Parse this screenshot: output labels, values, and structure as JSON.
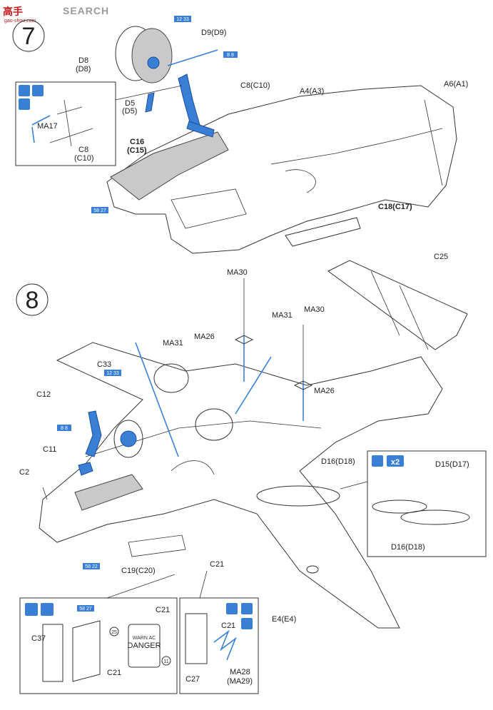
{
  "watermark": {
    "brand": "高手",
    "word": "SEARCH",
    "domain": "gao-shou.com"
  },
  "steps": {
    "step7": "7",
    "step8": "8"
  },
  "parts": {
    "d9": "D9(D9)",
    "d8a": "D8",
    "d8b": "(D8)",
    "d5a": "D5",
    "d5b": "(D5)",
    "c8c10": "C8(C10)",
    "a4a3": "A4(A3)",
    "a6a1": "A6(A1)",
    "c16": "C16",
    "c15": "(C15)",
    "c18c17": "C18(C17)",
    "ma17": "MA17",
    "c8": "C8",
    "c10": "(C10)",
    "c25": "C25",
    "ma30a": "MA30",
    "ma30b": "MA30",
    "ma31a": "MA31",
    "ma31b": "MA31",
    "ma26a": "MA26",
    "ma26b": "MA26",
    "c33": "C33",
    "c12": "C12",
    "c11": "C11",
    "c2": "C2",
    "d16d18a": "D16(D18)",
    "d15d17": "D15(D17)",
    "d16d18b": "D16(D18)",
    "c19c20": "C19(C20)",
    "c21a": "C21",
    "e4e4": "E4(E4)",
    "c21b": "C21",
    "c37": "C37",
    "c21c": "C21",
    "c21d": "C21",
    "c27": "C27",
    "ma28": "MA28",
    "ma29": "(MA29)"
  },
  "refs": {
    "h12_33a": "12 33",
    "h8_8a": "8 8",
    "h58_27a": "58 27",
    "h12_33b": "12 33",
    "h8_8b": "8 8",
    "h58_22": "58 22",
    "h58_27b": "58 27"
  },
  "callouts": {
    "x2": "x2",
    "n25": "25",
    "n11": "11",
    "danger": "DANGER",
    "warn": "WARN AC"
  },
  "colors": {
    "accent": "#3a7fd6",
    "accent_dark": "#1c4f9a",
    "tint": "#c9c9c9"
  }
}
